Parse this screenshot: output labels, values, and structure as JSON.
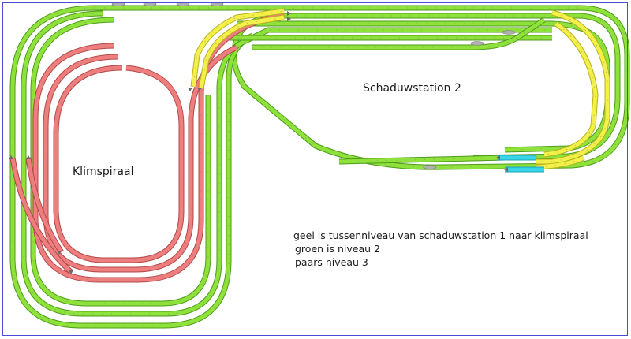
{
  "labels": {
    "shadow_station": "Schaduwstation 2",
    "climb_spiral": "Klimspiraal"
  },
  "legend": {
    "line1": "geel is tussenniveau van schaduwstation 1 naar klimspiraal",
    "line2": "groen is niveau 2",
    "line3": "paars niveau 3"
  },
  "colors": {
    "green_track": "#8fe23a",
    "green_edge": "#4e9a1c",
    "yellow_track": "#f3f04a",
    "yellow_edge": "#b7b21d",
    "red_track": "#ef7f7f",
    "red_edge": "#b24848",
    "cyan_track": "#38d6e8",
    "sleeper": "#8a8a8a",
    "frame": "#4b4bd8"
  }
}
